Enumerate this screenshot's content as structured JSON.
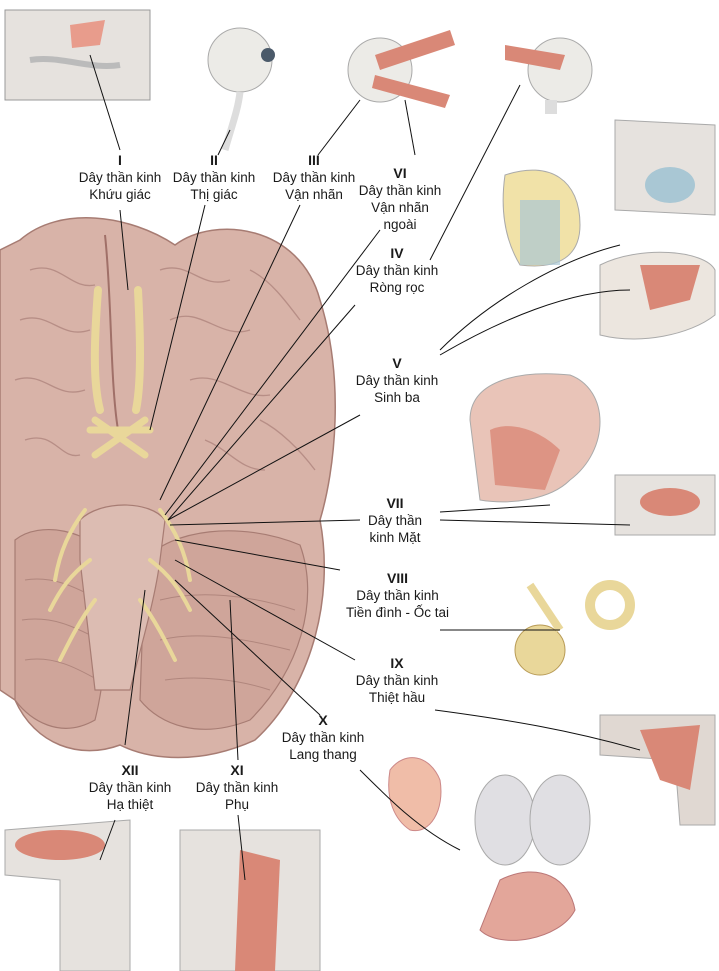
{
  "colors": {
    "brain": "#d8b3a8",
    "brain_shade": "#b98c83",
    "nerve": "#e9d79a",
    "muscle": "#d98877",
    "bone": "#e6e2de",
    "line": "#111111"
  },
  "nerves": [
    {
      "id": "i",
      "number": "I",
      "lines": [
        "Dây thần kinh",
        "Khứu giác"
      ]
    },
    {
      "id": "ii",
      "number": "II",
      "lines": [
        "Dây thần kinh",
        "Thị giác"
      ]
    },
    {
      "id": "iii",
      "number": "III",
      "lines": [
        "Dây thần kinh",
        "Vận nhãn"
      ]
    },
    {
      "id": "vi",
      "number": "VI",
      "lines": [
        "Dây thần kinh",
        "Vận nhãn",
        "ngoài"
      ]
    },
    {
      "id": "iv",
      "number": "IV",
      "lines": [
        "Dây thần kinh",
        "Ròng rọc"
      ]
    },
    {
      "id": "v",
      "number": "V",
      "lines": [
        "Dây thần kinh",
        "Sinh ba"
      ]
    },
    {
      "id": "vii",
      "number": "VII",
      "lines": [
        "Dây thần",
        "kinh Mặt"
      ]
    },
    {
      "id": "viii",
      "number": "VIII",
      "lines": [
        "Dây thần kinh",
        "Tiền đình - Ốc tai"
      ]
    },
    {
      "id": "ix",
      "number": "IX",
      "lines": [
        "Dây thần kinh",
        "Thiệt hầu"
      ]
    },
    {
      "id": "x",
      "number": "X",
      "lines": [
        "Dây thần kinh",
        "Lang thang"
      ]
    },
    {
      "id": "xi",
      "number": "XI",
      "lines": [
        "Dây thần kinh",
        "Phụ"
      ]
    },
    {
      "id": "xii",
      "number": "XII",
      "lines": [
        "Dây thần kinh",
        "Hạ thiệt"
      ]
    }
  ]
}
